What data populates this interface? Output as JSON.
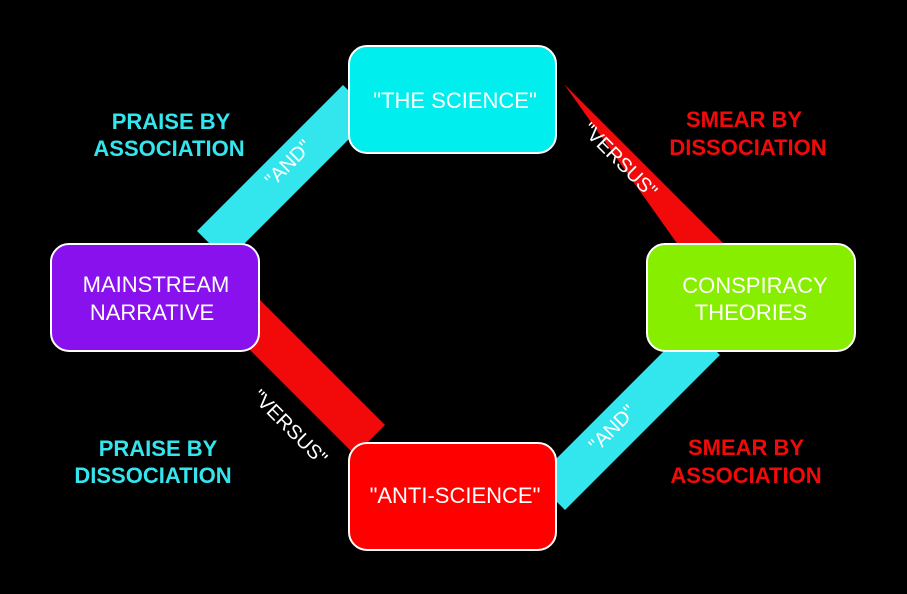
{
  "colors": {
    "background": "#000000",
    "cyan": "#33e6ee",
    "red": "#f20a0a",
    "purple": "#8811ee",
    "green": "#88ee00",
    "science_box": "#00eeee",
    "anti_science_box": "#ff0000"
  },
  "nodes": {
    "the_science": {
      "label": "\"THE SCIENCE\""
    },
    "anti_science": {
      "label": "\"ANTI-SCIENCE\""
    },
    "mainstream": {
      "line1": "MAINSTREAM",
      "line2": "NARRATIVE"
    },
    "conspiracy": {
      "line1": "CONSPIRACY",
      "line2": "THEORIES"
    }
  },
  "connectors": {
    "top_left": "\"AND\"",
    "top_right": "\"VERSUS\"",
    "bottom_left": "\"VERSUS\"",
    "bottom_right": "\"AND\""
  },
  "labels": {
    "top_left": {
      "line1": "PRAISE BY",
      "line2": "ASSOCIATION"
    },
    "top_right": {
      "line1": "SMEAR BY",
      "line2": "DISSOCIATION"
    },
    "bottom_left": {
      "line1": "PRAISE BY",
      "line2": "DISSOCIATION"
    },
    "bottom_right": {
      "line1": "SMEAR BY",
      "line2": "ASSOCIATION"
    }
  }
}
